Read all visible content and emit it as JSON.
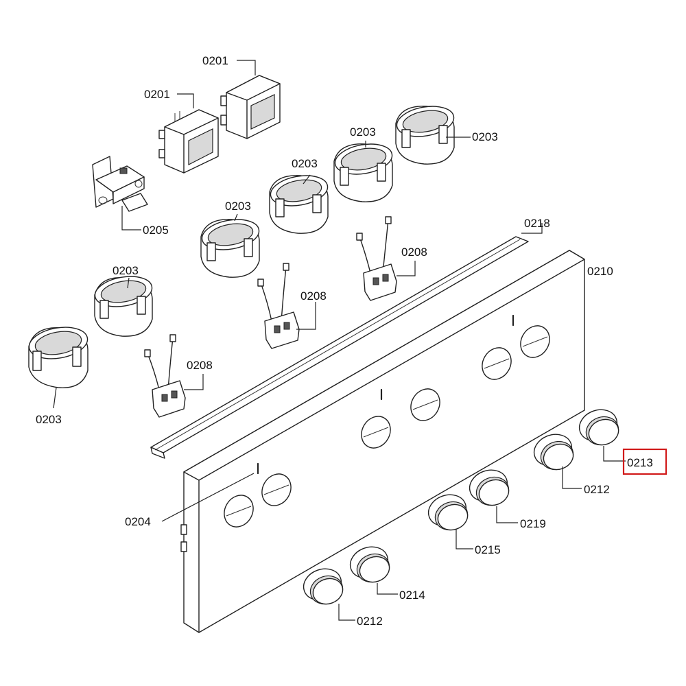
{
  "labels": {
    "l0201a": "0201",
    "l0201b": "0201",
    "l0205": "0205",
    "l0203a": "0203",
    "l0203b": "0203",
    "l0203c": "0203",
    "l0203d": "0203",
    "l0203e": "0203",
    "l0203f": "0203",
    "l0218": "0218",
    "l0210": "0210",
    "l0208a": "0208",
    "l0208b": "0208",
    "l0208c": "0208",
    "l0204": "0204",
    "l0213": "0213",
    "l0212a": "0212",
    "l0212b": "0212",
    "l0219": "0219",
    "l0215": "0215",
    "l0214": "0214"
  },
  "highlight": {
    "label": "0213",
    "color": "#d11a1a"
  }
}
